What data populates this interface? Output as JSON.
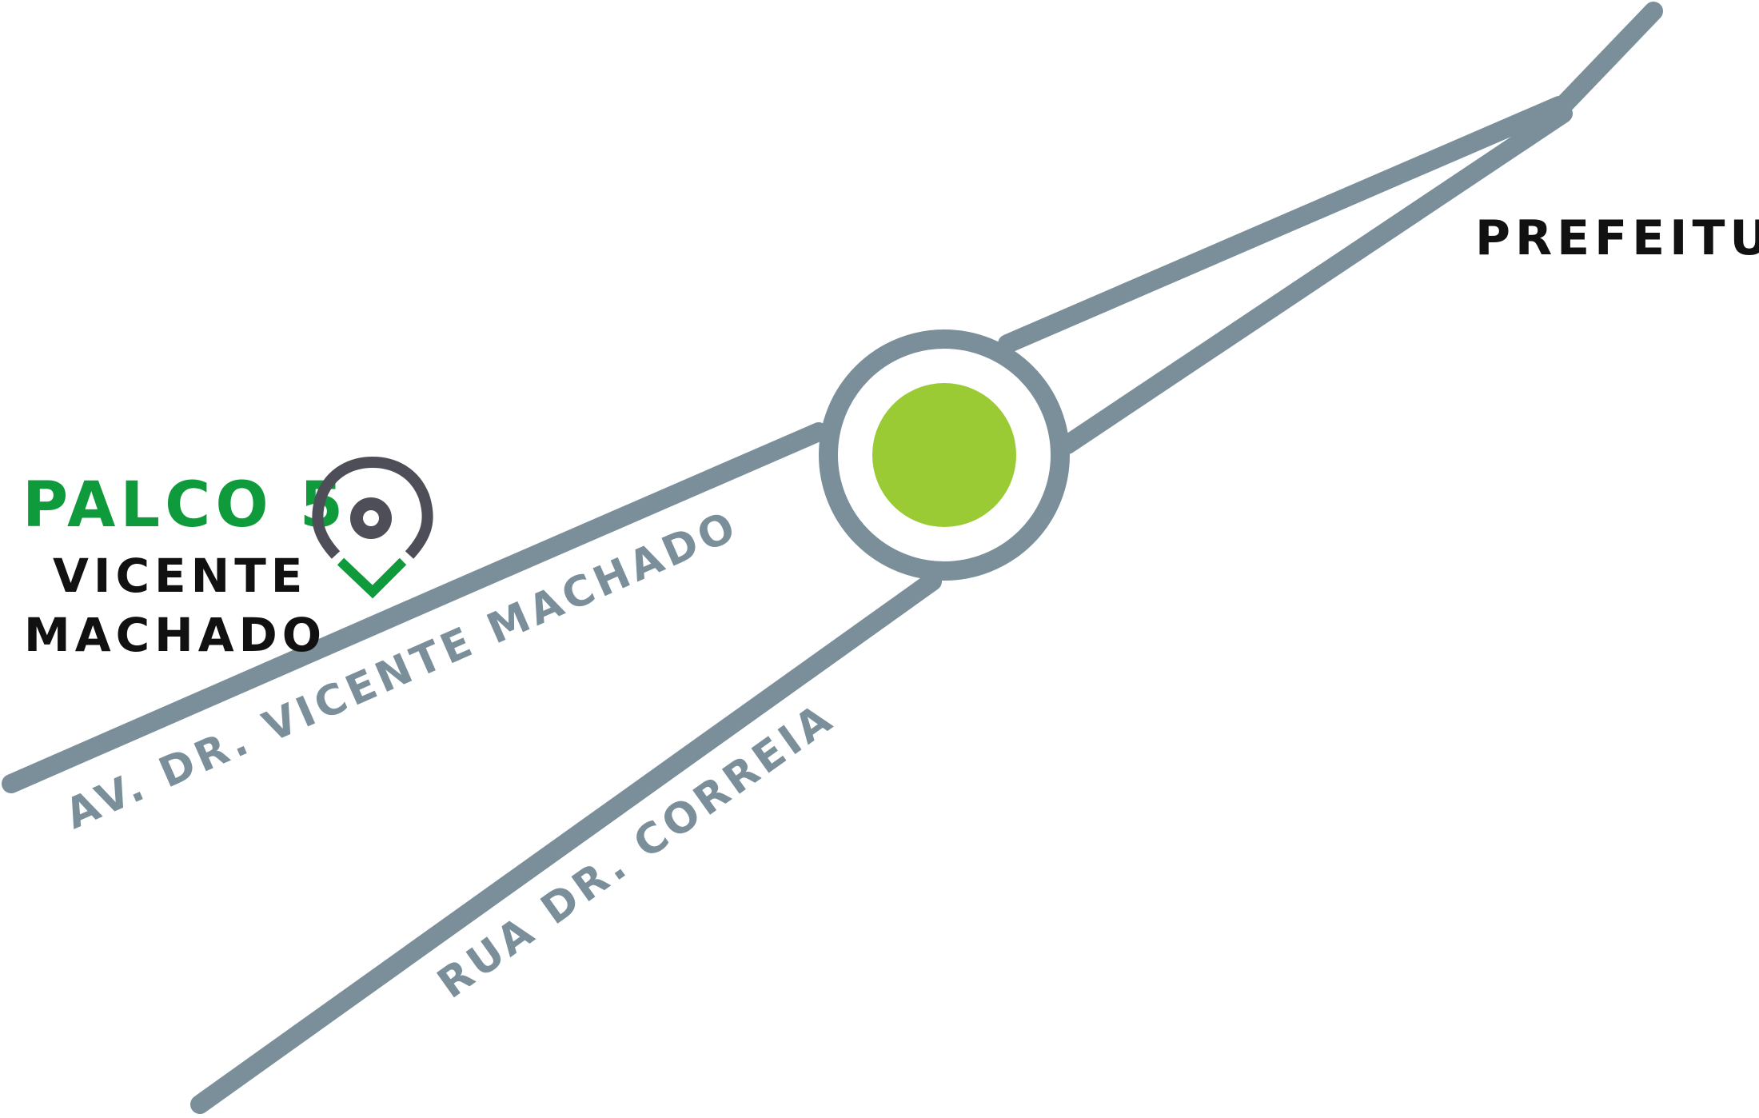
{
  "colors": {
    "road": "#7b8f9a",
    "roundabout_fill": "#ffffff",
    "center_dot": "#9bcb34",
    "stage_title": "#0f9a3c",
    "pin_body": "#4d4e57",
    "pin_check": "#0f9a3c",
    "text_dark": "#111111",
    "street_text": "#7b8f9a"
  },
  "stage": {
    "title": "PALCO 5",
    "subtitle_line1": "VICENTE",
    "subtitle_line2": "MACHADO",
    "icon": "location-pin-check-icon"
  },
  "places": {
    "prefeitura": "PREFEITURA"
  },
  "streets": {
    "av_vicente_machado": "AV. DR. VICENTE MACHADO",
    "rua_dr_correia": "RUA DR. CORREIA"
  },
  "roundabout": {
    "icon": "roundabout-marker-icon"
  }
}
